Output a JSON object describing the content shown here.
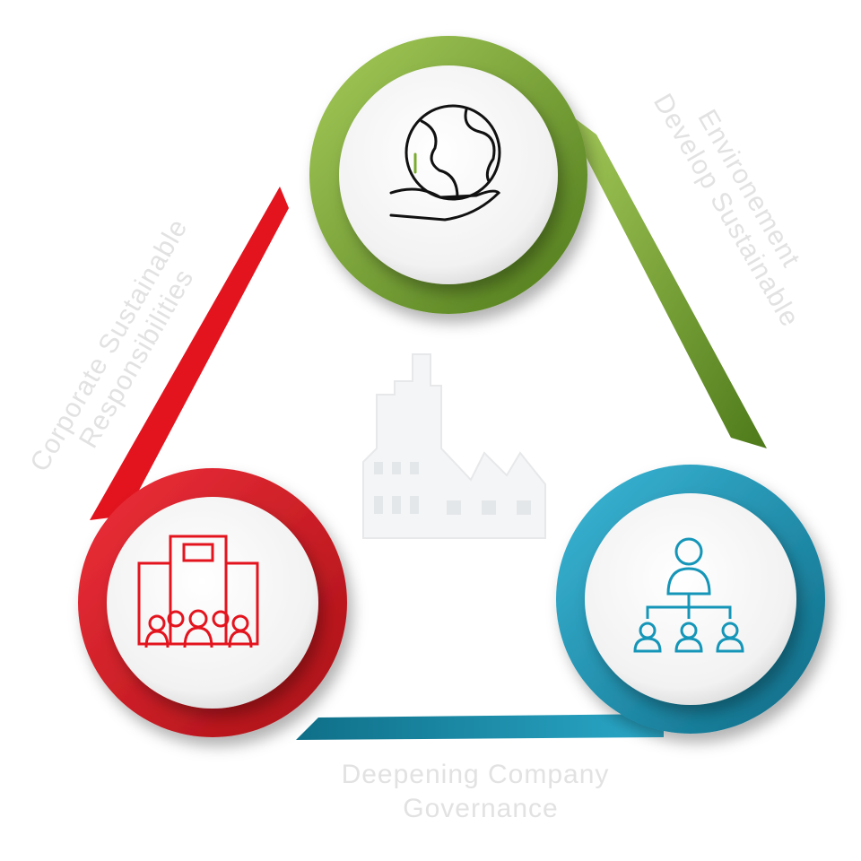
{
  "labels": {
    "environment": [
      "Develop Sustainable",
      "Environement"
    ],
    "responsibility": [
      "Corporate Sustainable",
      "Responsibilities"
    ],
    "governance": [
      "Deepening Company",
      "Governance"
    ]
  },
  "nodes": [
    {
      "name": "environment",
      "icon": "globe-in-hand-icon",
      "color": "#7aab2e"
    },
    {
      "name": "responsibility",
      "icon": "office-building-people-icon",
      "color": "#e3141e"
    },
    {
      "name": "governance",
      "icon": "org-hierarchy-icon",
      "color": "#1596b8"
    }
  ],
  "center_icon": "factory-icon"
}
